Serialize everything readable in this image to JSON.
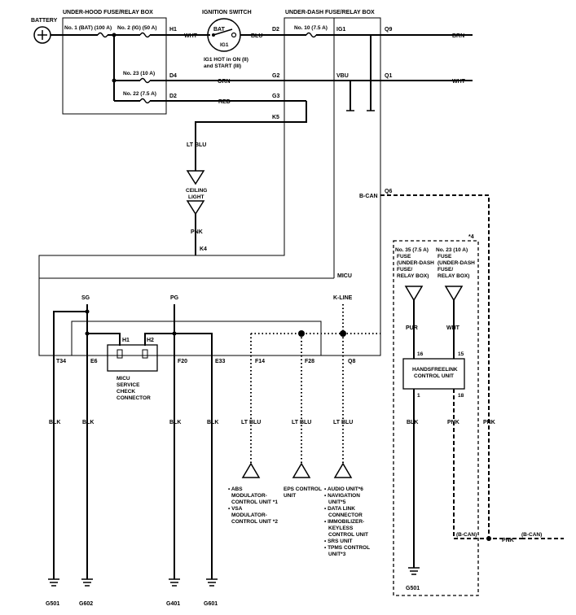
{
  "battery": {
    "label": "BATTERY"
  },
  "underhood_box": {
    "title": "UNDER-HOOD FUSE/RELAY BOX",
    "fuse1": "No. 1 (BAT) (100 A)",
    "fuse2": "No. 2 (IG) (50 A)",
    "fuse23": "No. 23 (10 A)",
    "fuse22": "No. 22 (7.5 A)",
    "pin_h1": "H1",
    "pin_d4": "D4",
    "pin_d2": "D2"
  },
  "ignition_switch": {
    "title": "IGNITION SWITCH",
    "bat": "BAT",
    "ig1": "IG1",
    "note_line1": "IG1 HOT in ON (II)",
    "note_line2": "and START (III)"
  },
  "underdash_box": {
    "title": "UNDER-DASH FUSE/RELAY BOX",
    "fuse10": "No. 10 (7.5 A)",
    "ig1": "IG1",
    "vbu": "VBU",
    "pin_d2": "D2",
    "pin_g2": "G2",
    "pin_g3": "G3",
    "pin_k5": "K5",
    "pin_q9": "Q9",
    "pin_q1": "Q1",
    "pin_q6": "Q6",
    "pin_k4": "K4"
  },
  "wires": {
    "wht": "WHT",
    "blu": "BLU",
    "orn": "ORN",
    "red": "RED",
    "brn": "BRN",
    "lt_blu": "LT BLU",
    "pnk": "PNK",
    "blk": "BLK",
    "pur": "PUR",
    "b_can": "B-CAN"
  },
  "ceiling_light": {
    "line1": "CEILING",
    "line2": "LIGHT"
  },
  "micu": {
    "label": "MICU",
    "sg": "SG",
    "pg": "PG",
    "kline": "K-LINE",
    "pins": [
      "T34",
      "E6",
      "F20",
      "E33",
      "F14",
      "F28",
      "Q8"
    ],
    "h1": "H1",
    "h2": "H2",
    "connector_lines": [
      "MICU",
      "SERVICE",
      "CHECK",
      "CONNECTOR"
    ]
  },
  "handsfree": {
    "star": "*4",
    "fuse35_lines": [
      "No. 35 (7.5 A)",
      "FUSE",
      "(UNDER-DASH",
      "FUSE/",
      "RELAY BOX)"
    ],
    "fuse23_lines": [
      "No. 23 (10 A)",
      "FUSE",
      "(UNDER-DASH",
      "FUSE/",
      "RELAY BOX)"
    ],
    "unit_lines": [
      "HANDSFREELINK",
      "CONTROL UNIT"
    ],
    "pin16": "16",
    "pin15": "15",
    "pin1": "1",
    "pin18": "18",
    "bcan_paren": "(B-CAN)",
    "bcan_right": "(B-CAN)"
  },
  "components": {
    "abs_lines": [
      "• ABS",
      "MODULATOR-",
      "CONTROL UNIT *1",
      "• VSA",
      "MODULATOR-",
      "CONTROL UNIT *2"
    ],
    "eps_lines": [
      "EPS CONTROL",
      "UNIT"
    ],
    "audio_lines": [
      "• AUDIO UNIT*6",
      "• NAVIGATION",
      "UNIT*5",
      "• DATA LINK",
      "CONNECTOR",
      "• IMMOBILIZER-",
      "KEYLESS",
      "CONTROL UNIT",
      "• SRS UNIT",
      "• TPMS CONTROL",
      "UNIT*3"
    ]
  },
  "grounds": {
    "g501": "G501",
    "g602": "G602",
    "g401": "G401",
    "g601": "G601",
    "g501_right": "G501"
  }
}
